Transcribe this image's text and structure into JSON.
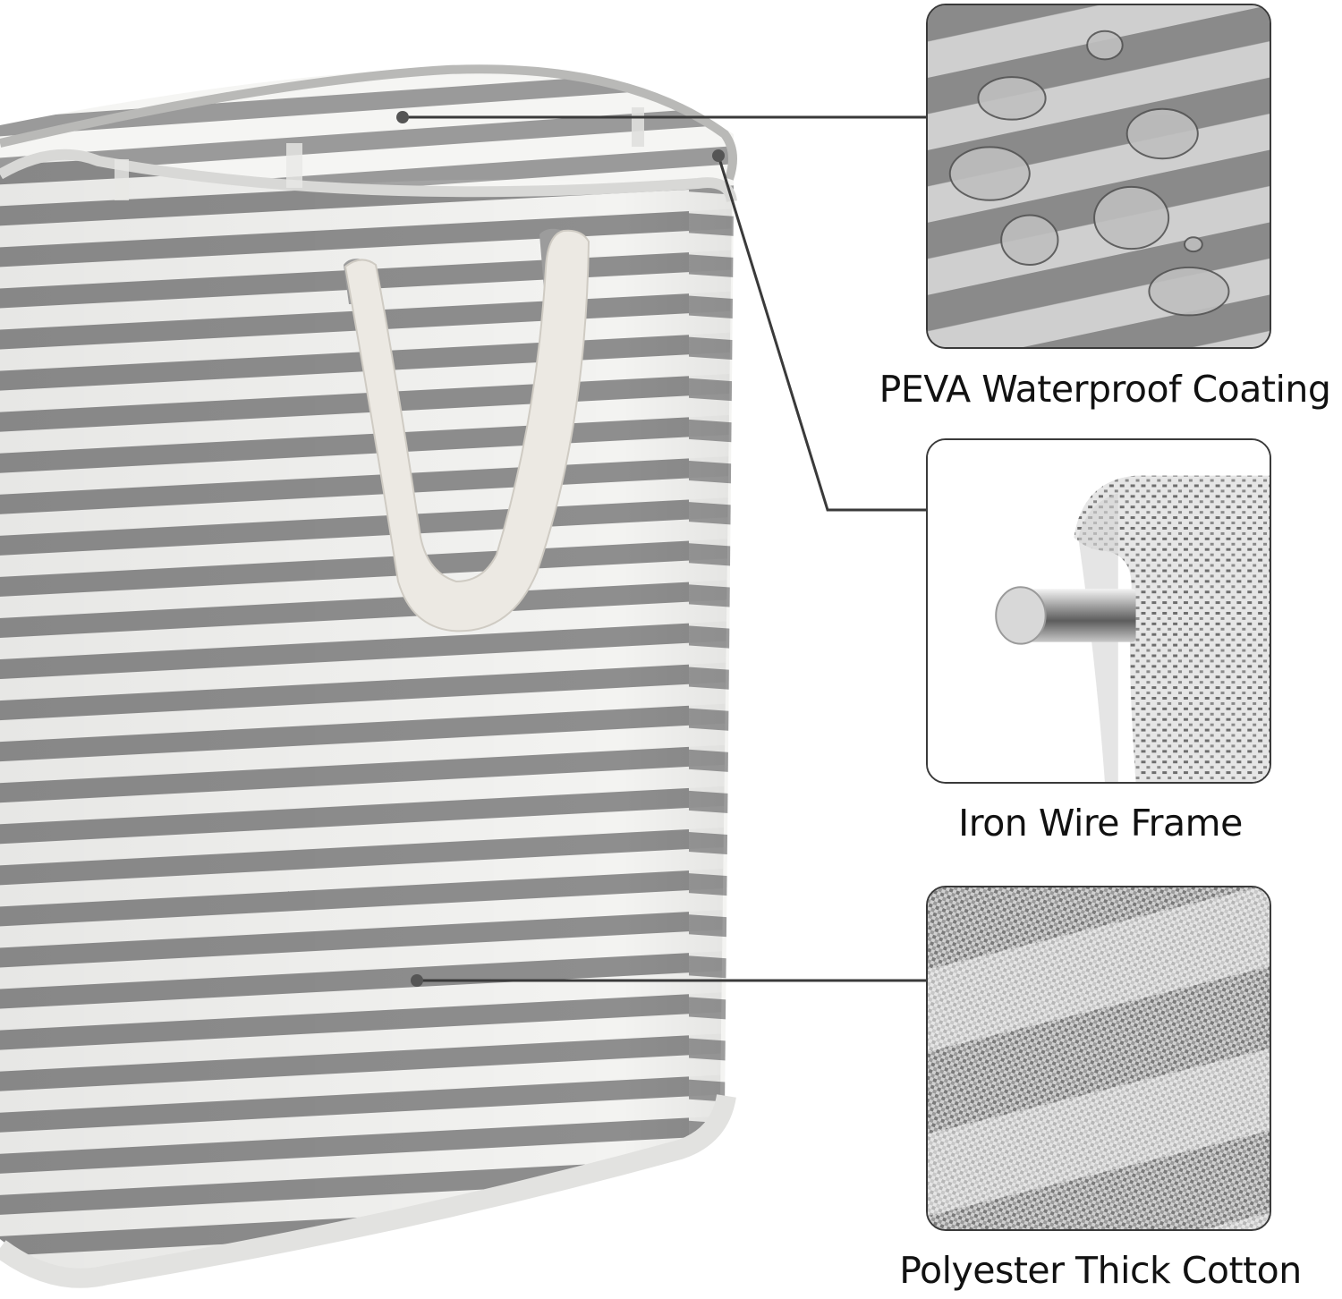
{
  "product": {
    "name": "striped laundry hamper",
    "stripe_color_dark": "#8f8f8f",
    "stripe_color_light": "#f2f2f0",
    "handle_color": "#ece9e3",
    "leader_color": "#3a3a3a"
  },
  "features": [
    {
      "label": "PEVA Waterproof Coating",
      "icon": "water-droplets-on-fabric"
    },
    {
      "label": "Iron Wire Frame",
      "icon": "steel-rod-in-fabric-sleeve"
    },
    {
      "label": "Polyester Thick Cotton",
      "icon": "woven-fabric-texture"
    }
  ]
}
